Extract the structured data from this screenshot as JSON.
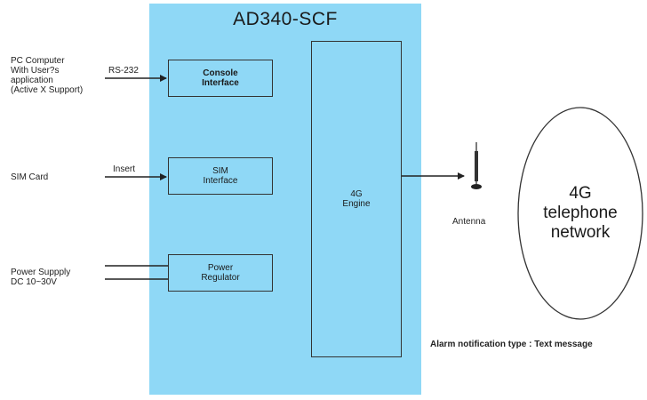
{
  "device": {
    "title": "AD340-SCF",
    "color": "#8fd8f6"
  },
  "inputs": {
    "pc": {
      "lines": [
        "PC Computer",
        "With User?s",
        "application",
        "(Active X Support)"
      ],
      "connector": "RS-232"
    },
    "sim": {
      "label": "SIM Card",
      "connector": "Insert"
    },
    "power": {
      "lines": [
        "Power Suppply",
        "DC 10~30V"
      ]
    }
  },
  "modules": {
    "console": [
      "Console",
      "Interface"
    ],
    "sim": [
      "SIM",
      "Interface"
    ],
    "power": [
      "Power",
      "Regulator"
    ],
    "engine": [
      "4G",
      "Engine"
    ]
  },
  "antenna": {
    "label": "Antenna",
    "icon": "antenna-icon"
  },
  "network": {
    "lines": [
      "4G",
      "telephone",
      "network"
    ]
  },
  "note": "Alarm notification type : Text message"
}
